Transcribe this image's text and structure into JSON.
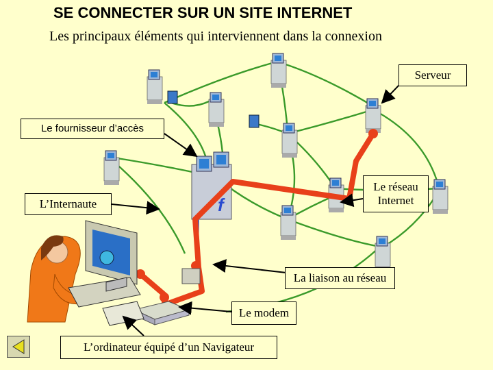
{
  "title": "SE CONNECTER SUR UN SITE INTERNET",
  "subtitle": "Les principaux éléments qui interviennent dans la connexion",
  "labels": {
    "serveur": "Serveur",
    "fournisseur": "Le fournisseur d’accès",
    "internaute": "L’Internaute",
    "reseau_line1": "Le réseau",
    "reseau_line2": "Internet",
    "liaison": "La liaison au réseau",
    "modem": "Le modem",
    "ordinateur": "L’ordinateur équipé d’un Navigateur"
  },
  "colors": {
    "background": "#ffffcc",
    "network_line": "#3a9a2a",
    "route_line": "#e8401a",
    "link_line": "#2233aa",
    "arrow": "#000000"
  },
  "icons": {
    "server": "server-tower-icon",
    "user": "user-at-computer-icon",
    "modem": "modem-icon",
    "nav": "back-arrow-icon"
  }
}
